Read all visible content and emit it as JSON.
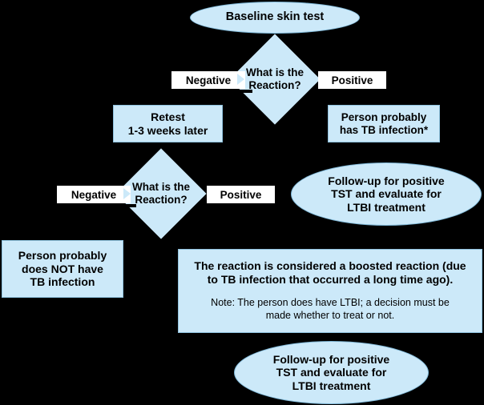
{
  "diagram": {
    "title": "Baseline skin test two-step tuberculin testing flowchart",
    "colors": {
      "node_fill": "#cce9f9",
      "node_stroke": "#8fc2de",
      "background": "#000000",
      "branch_fill": "#ffffff",
      "text": "#000000"
    },
    "nodes": {
      "baseline": {
        "label": "Baseline skin test",
        "shape": "ellipse"
      },
      "decision1": {
        "label": "What is the\nReaction?",
        "shape": "diamond"
      },
      "decision1_negative": {
        "label": "Negative"
      },
      "decision1_positive": {
        "label": "Positive"
      },
      "retest": {
        "label": "Retest\n1-3 weeks later",
        "shape": "rectangle"
      },
      "tb_infection": {
        "label": "Person probably\nhas TB infection*",
        "shape": "rectangle"
      },
      "decision2": {
        "label": "What is the\nReaction?",
        "shape": "diamond"
      },
      "decision2_negative": {
        "label": "Negative"
      },
      "decision2_positive": {
        "label": "Positive"
      },
      "followup_top": {
        "label": "Follow-up for positive\nTST and evaluate for\nLTBI treatment",
        "shape": "ellipse"
      },
      "no_tb_infection": {
        "label": "Person probably\ndoes NOT have\nTB infection",
        "shape": "rectangle"
      },
      "boosted_panel": {
        "main": "The reaction is considered a boosted reaction (due\nto TB infection that occurred a long time ago).",
        "note": "Note: The person does have LTBI; a decision must be\nmade whether to treat or not.",
        "shape": "rectangle"
      },
      "followup_bottom": {
        "label": "Follow-up for positive\nTST and evaluate for\nLTBI treatment",
        "shape": "ellipse"
      }
    }
  }
}
